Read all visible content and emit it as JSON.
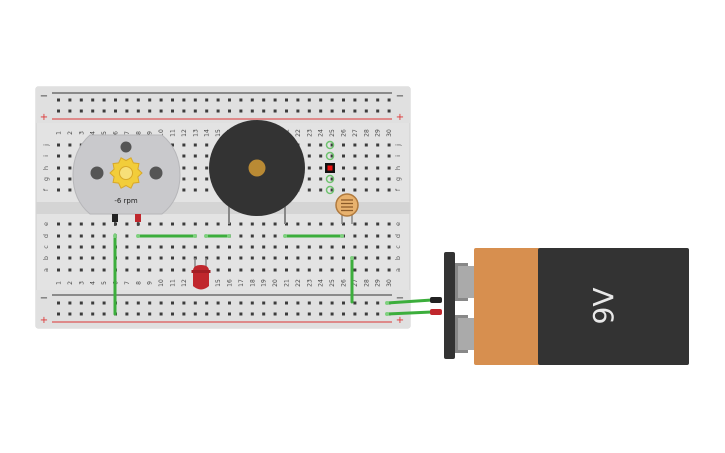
{
  "canvas": {
    "background": "#ffffff"
  },
  "breadboard": {
    "columns": [
      "1",
      "2",
      "3",
      "4",
      "5",
      "6",
      "7",
      "8",
      "9",
      "10",
      "11",
      "12",
      "13",
      "14",
      "15",
      "16",
      "17",
      "18",
      "19",
      "20",
      "21",
      "22",
      "23",
      "24",
      "25",
      "26",
      "27",
      "28",
      "29",
      "30"
    ],
    "rows_top": [
      "j",
      "i",
      "h",
      "g",
      "f"
    ],
    "rows_bottom": [
      "e",
      "d",
      "c",
      "b",
      "a"
    ],
    "rail_minus": "−",
    "rail_plus": "+",
    "colors": {
      "board": "#e3e3e3",
      "hole": "#3c3c3c",
      "rail_red": "#d33",
      "rail_dark": "#333"
    }
  },
  "components": {
    "motor": {
      "label": "-6 rpm",
      "body_color": "#c9c9cc",
      "gear_color": "#f2cd3a"
    },
    "buzzer": {
      "body_color": "#333333",
      "center_color": "#b98a34"
    },
    "led": {
      "color": "#c0272d"
    },
    "photoresistor": {
      "color": "#e8b26e"
    },
    "wire_color": "#3cae3c",
    "battery": {
      "label": "9V",
      "top_color": "#d78f4f",
      "body_color": "#333333",
      "red_wire": "#c0272d",
      "black_wire": "#222222"
    }
  }
}
